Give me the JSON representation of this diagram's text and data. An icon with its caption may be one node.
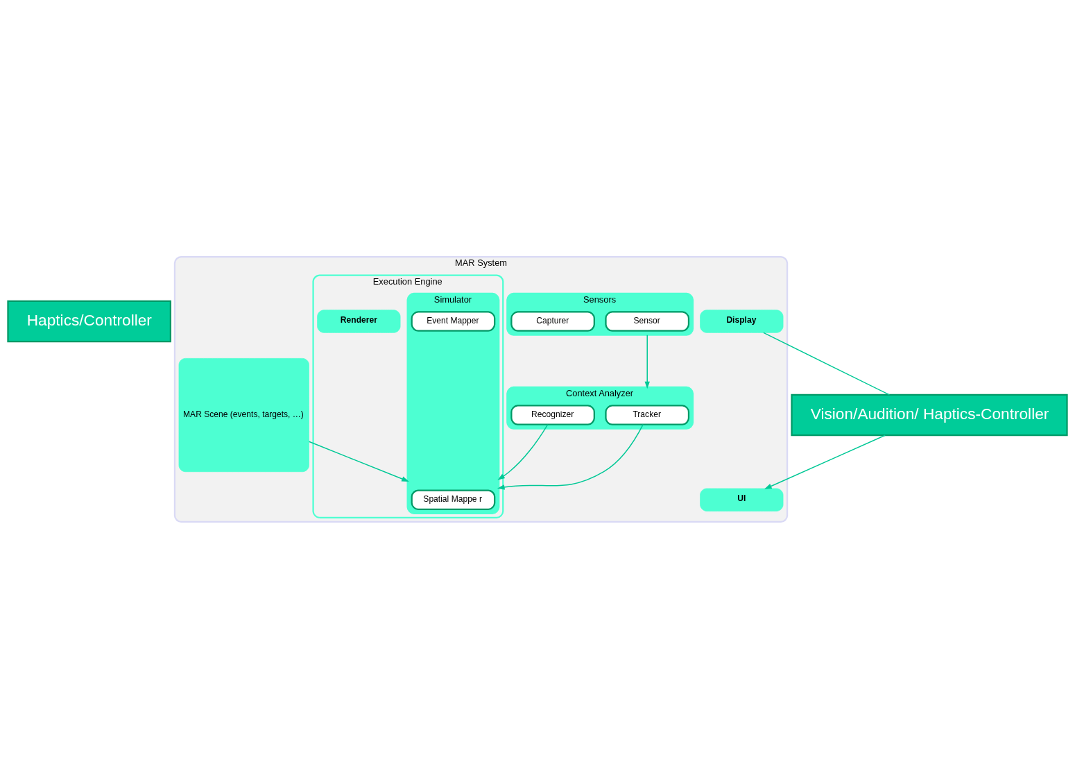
{
  "diagram": {
    "nodes": [
      {
        "text": [
          "Haptics/Controller"
        ]
      },
      {
        "text": [
          "MAR System"
        ]
      },
      {
        "text": [
          "Sensors"
        ],
        "in": 1
      },
      {
        "text": [
          "Sensor"
        ],
        "in": 2
      },
      {
        "text": [
          "Capturer"
        ],
        "in": 2
      },
      {
        "text": [
          "Context Analyzer"
        ],
        "in": 1
      },
      {
        "text": [
          "Tracker"
        ],
        "in": 5
      },
      {
        "text": [
          "Recognizer"
        ],
        "in": 5
      },
      {
        "text": [
          "Execution Engine"
        ],
        "in": 1
      },
      {
        "text": [
          "Simulator"
        ],
        "in": 8
      },
      {
        "text": [
          "Spatial Mappe r"
        ],
        "in": 9
      },
      {
        "text": [
          "Event Mapper"
        ],
        "in": 9
      },
      {
        "text": [
          "Renderer"
        ],
        "in": 8
      },
      {
        "text": [
          "UI"
        ],
        "in": 1
      },
      {
        "text": [
          "Display"
        ],
        "in": 1
      },
      {
        "text": [
          "MAR Scene (events, targets, …)"
        ],
        "in": 1
      },
      {
        "text": [
          "Vision/Audition/ Haptics-Controller"
        ]
      }
    ],
    "edges": [
      {
        "from": 2,
        "to": 5,
        "arrow": "to"
      },
      {
        "from": 6,
        "to": 9,
        "arrow": "to"
      },
      {
        "from": 7,
        "to": 9,
        "arrow": "to"
      },
      {
        "from": 15,
        "to": 9,
        "arrow": "to"
      },
      {
        "from": 16,
        "to": 13,
        "arrow": "to"
      },
      {
        "from": 14,
        "to": 16,
        "arrow": "none"
      }
    ]
  }
}
